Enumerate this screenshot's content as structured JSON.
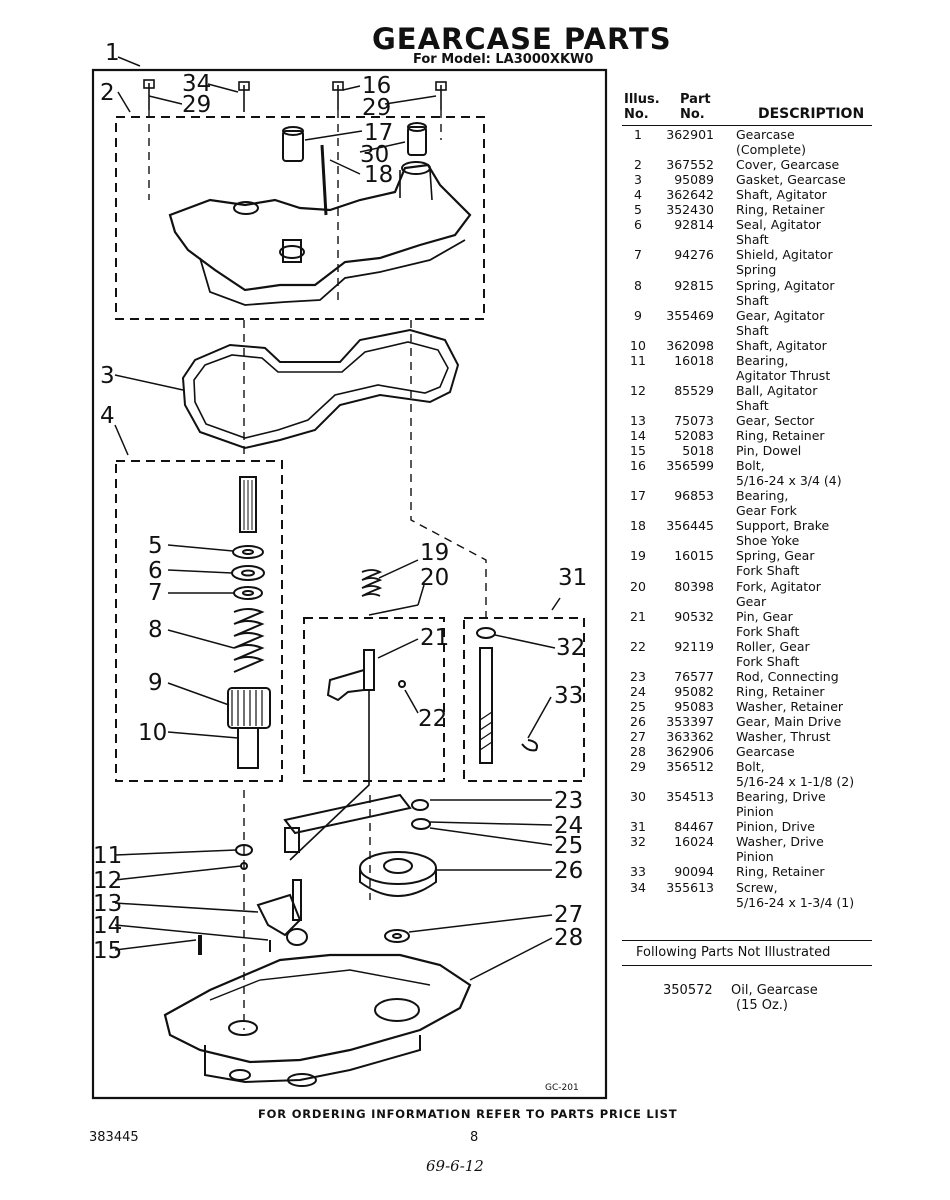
{
  "header": {
    "title": "GEARCASE PARTS",
    "subtitle": "For Model: LA3000XKW0"
  },
  "table": {
    "col_illus_line1": "Illus.",
    "col_illus_line2": "No.",
    "col_part_line1": "Part",
    "col_part_line2": "No.",
    "col_desc": "DESCRIPTION",
    "lines": [
      [
        "1",
        "362901",
        "Gearcase"
      ],
      [
        "",
        "",
        "(Complete)"
      ],
      [
        "2",
        "367552",
        "Cover, Gearcase"
      ],
      [
        "3",
        "95089",
        "Gasket, Gearcase"
      ],
      [
        "4",
        "362642",
        "Shaft, Agitator"
      ],
      [
        "5",
        "352430",
        "Ring, Retainer"
      ],
      [
        "6",
        "92814",
        "Seal, Agitator"
      ],
      [
        "",
        "",
        "Shaft"
      ],
      [
        "7",
        "94276",
        "Shield, Agitator"
      ],
      [
        "",
        "",
        "Spring"
      ],
      [
        "8",
        "92815",
        "Spring, Agitator"
      ],
      [
        "",
        "",
        "Shaft"
      ],
      [
        "9",
        "355469",
        "Gear, Agitator"
      ],
      [
        "",
        "",
        "Shaft"
      ],
      [
        "10",
        "362098",
        "Shaft, Agitator"
      ],
      [
        "11",
        "16018",
        "Bearing,"
      ],
      [
        "",
        "",
        "Agitator Thrust"
      ],
      [
        "12",
        "85529",
        "Ball, Agitator"
      ],
      [
        "",
        "",
        "Shaft"
      ],
      [
        "13",
        "75073",
        "Gear, Sector"
      ],
      [
        "14",
        "52083",
        "Ring, Retainer"
      ],
      [
        "15",
        "5018",
        "Pin, Dowel"
      ],
      [
        "16",
        "356599",
        "Bolt,"
      ],
      [
        "",
        "",
        "5/16-24 x 3/4 (4)"
      ],
      [
        "17",
        "96853",
        "Bearing,"
      ],
      [
        "",
        "",
        "Gear Fork"
      ],
      [
        "18",
        "356445",
        "Support, Brake"
      ],
      [
        "",
        "",
        "Shoe Yoke"
      ],
      [
        "19",
        "16015",
        "Spring, Gear"
      ],
      [
        "",
        "",
        "Fork Shaft"
      ],
      [
        "20",
        "80398",
        "Fork, Agitator"
      ],
      [
        "",
        "",
        "Gear"
      ],
      [
        "21",
        "90532",
        "Pin, Gear"
      ],
      [
        "",
        "",
        "Fork Shaft"
      ],
      [
        "22",
        "92119",
        "Roller, Gear"
      ],
      [
        "",
        "",
        "Fork Shaft"
      ],
      [
        "23",
        "76577",
        "Rod, Connecting"
      ],
      [
        "24",
        "95082",
        "Ring, Retainer"
      ],
      [
        "25",
        "95083",
        "Washer, Retainer"
      ],
      [
        "26",
        "353397",
        "Gear, Main Drive"
      ],
      [
        "27",
        "363362",
        "Washer, Thrust"
      ],
      [
        "28",
        "362906",
        "Gearcase"
      ],
      [
        "29",
        "356512",
        "Bolt,"
      ],
      [
        "",
        "",
        "5/16-24 x 1-1/8 (2)"
      ],
      [
        "30",
        "354513",
        "Bearing, Drive"
      ],
      [
        "",
        "",
        "Pinion"
      ],
      [
        "31",
        "84467",
        "Pinion, Drive"
      ],
      [
        "32",
        "16024",
        "Washer, Drive"
      ],
      [
        "",
        "",
        "Pinion"
      ],
      [
        "33",
        "90094",
        "Ring, Retainer"
      ],
      [
        "34",
        "355613",
        "Screw,"
      ],
      [
        "",
        "",
        "5/16-24 x 1-3/4 (1)"
      ]
    ]
  },
  "not_illustrated": {
    "heading": "Following Parts Not Illustrated",
    "part": "350572",
    "desc_line1": "Oil, Gearcase",
    "desc_line2": "(15 Oz.)"
  },
  "diagram": {
    "code": "GC-201",
    "callouts": [
      "1",
      "2",
      "3",
      "4",
      "5",
      "6",
      "7",
      "8",
      "9",
      "10",
      "11",
      "12",
      "13",
      "14",
      "15",
      "16",
      "17",
      "18",
      "19",
      "20",
      "21",
      "22",
      "23",
      "24",
      "25",
      "26",
      "27",
      "28",
      "29",
      "29",
      "30",
      "31",
      "32",
      "33",
      "34"
    ]
  },
  "footer": {
    "ordering": "FOR ORDERING INFORMATION REFER TO PARTS PRICE LIST",
    "doc_number": "383445",
    "page": "8",
    "handwritten": "69-6-12"
  }
}
